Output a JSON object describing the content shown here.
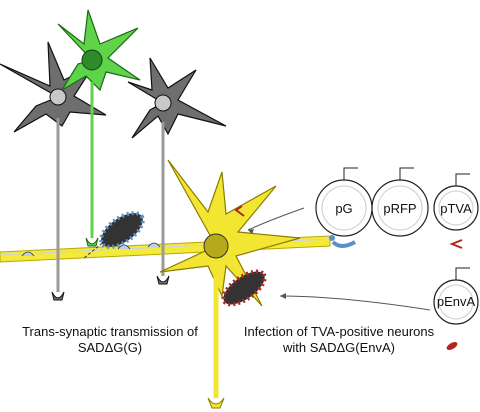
{
  "plasmids": [
    {
      "label": "pG"
    },
    {
      "label": "pRFP"
    },
    {
      "label": "pTVA"
    },
    {
      "label": "pEnvA"
    }
  ],
  "captions": {
    "left_line1": "Trans-synaptic transmission of",
    "left_line2": "SADΔG(G)",
    "right_line1": "Infection of TVA-positive neurons",
    "right_line2": "with SADΔG(EnvA)"
  },
  "colors": {
    "axon_yellow": "#f5ea3a",
    "starter_yellow": "#f2e632",
    "infected_green": "#5fd34a",
    "presynaptic_gray": "#6e6e6e",
    "glycoprotein_blue": "#5b8fc9",
    "envA_red": "#b3261e"
  }
}
